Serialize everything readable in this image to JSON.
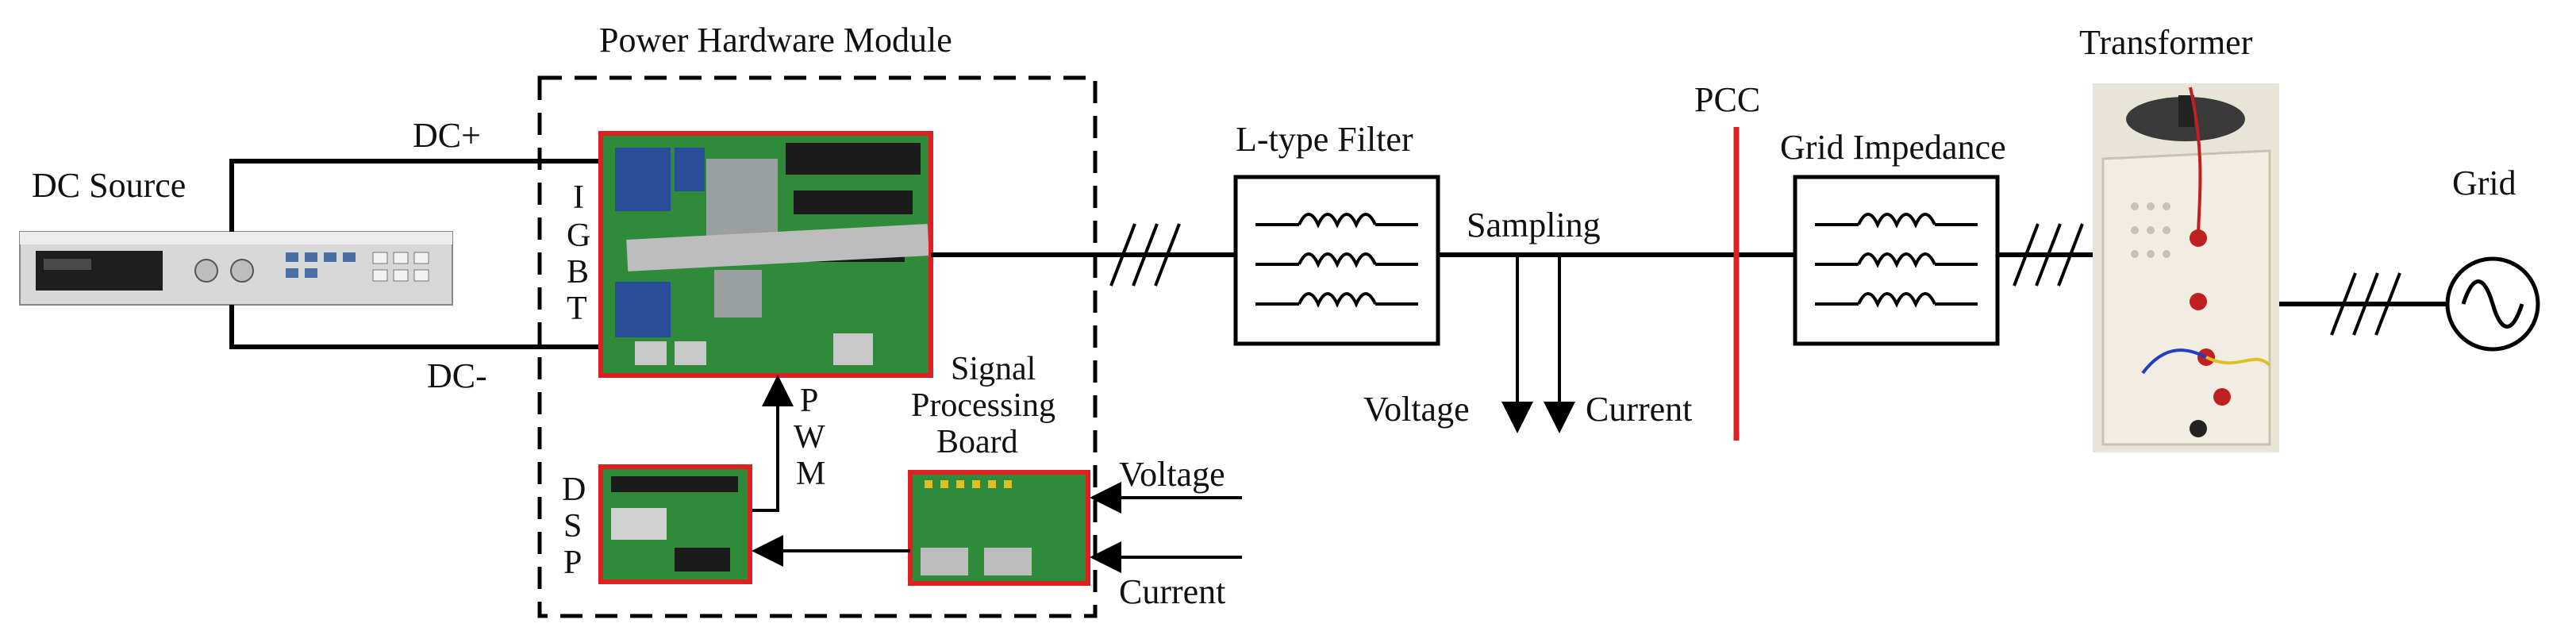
{
  "labels": {
    "dc_source": "DC Source",
    "dc_plus": "DC+",
    "dc_minus": "DC-",
    "power_hardware_module": "Power Hardware Module",
    "igbt": [
      "I",
      "G",
      "B",
      "T"
    ],
    "pwm": [
      "P",
      "W",
      "M"
    ],
    "dsp": [
      "D",
      "S",
      "P"
    ],
    "signal_processing_board": [
      "Signal",
      "Processing",
      "Board"
    ],
    "voltage_input": "Voltage",
    "current_input": "Current",
    "l_type_filter": "L-type Filter",
    "sampling": "Sampling",
    "sampling_voltage": "Voltage",
    "sampling_current": "Current",
    "pcc": "PCC",
    "grid_impedance": "Grid Impedance",
    "transformer": "Transformer",
    "grid": "Grid"
  },
  "colors": {
    "line": "#000000",
    "highlight_border": "#e02020",
    "pcc_line": "#e02020",
    "pcb_green": "#2f8a3a"
  },
  "icons": {
    "dc_source": "lab-power-supply-icon",
    "igbt_board": "igbt-pcb-photo",
    "dsp_board": "dsp-pcb-photo",
    "signal_board": "signal-pcb-photo",
    "filter": "inductor-icon",
    "grid_impedance": "inductor-icon",
    "transformer": "variac-transformer-photo",
    "grid": "ac-source-icon",
    "three_phase": "three-phase-slash-icon"
  }
}
